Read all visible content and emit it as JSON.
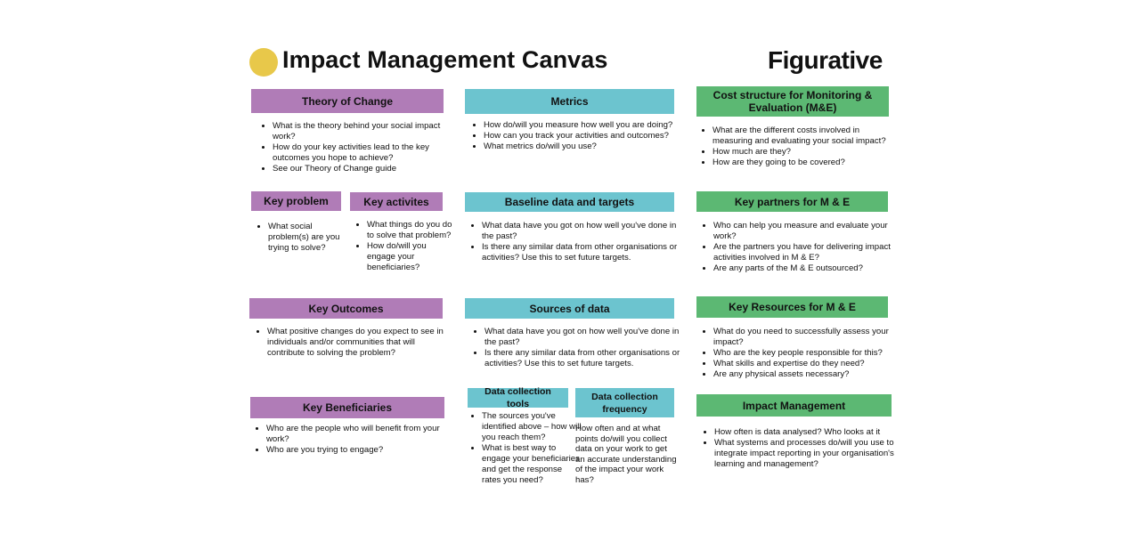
{
  "page": {
    "title": "Impact Management Canvas",
    "logo": "Figurative"
  },
  "colors": {
    "purple": "#b07cb7",
    "teal": "#6cc4cf",
    "green": "#5cb873",
    "dot": "#e8c84a"
  },
  "theory": {
    "label": "Theory of Change",
    "items": [
      "What is the theory behind your social impact work?",
      "How do your key activities lead to the key outcomes you hope to achieve?",
      "See our Theory of Change guide"
    ]
  },
  "key_problem": {
    "label": "Key problem",
    "items": [
      "What social problem(s) are you trying to solve?"
    ]
  },
  "key_activities": {
    "label": "Key activites",
    "items": [
      "What things do you do to solve that problem?",
      "How do/will you engage your beneficiaries?"
    ]
  },
  "key_outcomes": {
    "label": "Key Outcomes",
    "items": [
      "What positive changes do you expect to see in individuals and/or communities that will contribute to solving the problem?"
    ]
  },
  "key_beneficiaries": {
    "label": "Key Beneficiaries",
    "items": [
      "Who are the people who will benefit from your work?",
      "Who are you trying to engage?"
    ]
  },
  "metrics": {
    "label": "Metrics",
    "items": [
      "How do/will you measure how well you are doing?",
      "How can you track your activities and outcomes?",
      "What metrics do/will you use?"
    ]
  },
  "baseline": {
    "label": "Baseline data and targets",
    "items": [
      "What data have you got on how well you've done in the past?",
      "Is there any similar data from other organisations or activities? Use this to set future targets."
    ]
  },
  "sources": {
    "label": "Sources of data",
    "items": [
      "What data have you got on how well you've done in the past?",
      "Is there any similar data from other organisations or activities? Use this to set future targets."
    ]
  },
  "collection_tools": {
    "label": "Data collection tools",
    "items": [
      "The sources you've identified above – how will you reach them?",
      "What is best way to engage your beneficiaries and get the response rates you need?"
    ]
  },
  "collection_frequency": {
    "label": "Data collection frequency",
    "text": "How often and at what points do/will you collect data on your work to get an accurate understanding of the impact your work has?"
  },
  "cost_structure": {
    "label": "Cost structure for Monitoring & Evaluation (M&E)",
    "items": [
      "What are the different costs involved in measuring and evaluating your social impact?",
      "How much are they?",
      "How are they going to be covered?"
    ]
  },
  "key_partners": {
    "label": "Key partners for M & E",
    "items": [
      "Who can help you measure and evaluate your work?",
      "Are the partners you have for delivering impact activities involved in M & E?",
      "Are any parts of the M & E outsourced?"
    ]
  },
  "key_resources": {
    "label": "Key Resources for M & E",
    "items": [
      "What do you need to successfully assess your impact?",
      "Who are the key people responsible for this?",
      "What skills and expertise do they need?",
      "Are any physical assets necessary?"
    ]
  },
  "impact_management": {
    "label": "Impact Management",
    "items": [
      "How often is data analysed? Who looks at it",
      "What systems and processes do/will you use to integrate impact reporting in your organisation's learning and management?"
    ]
  }
}
